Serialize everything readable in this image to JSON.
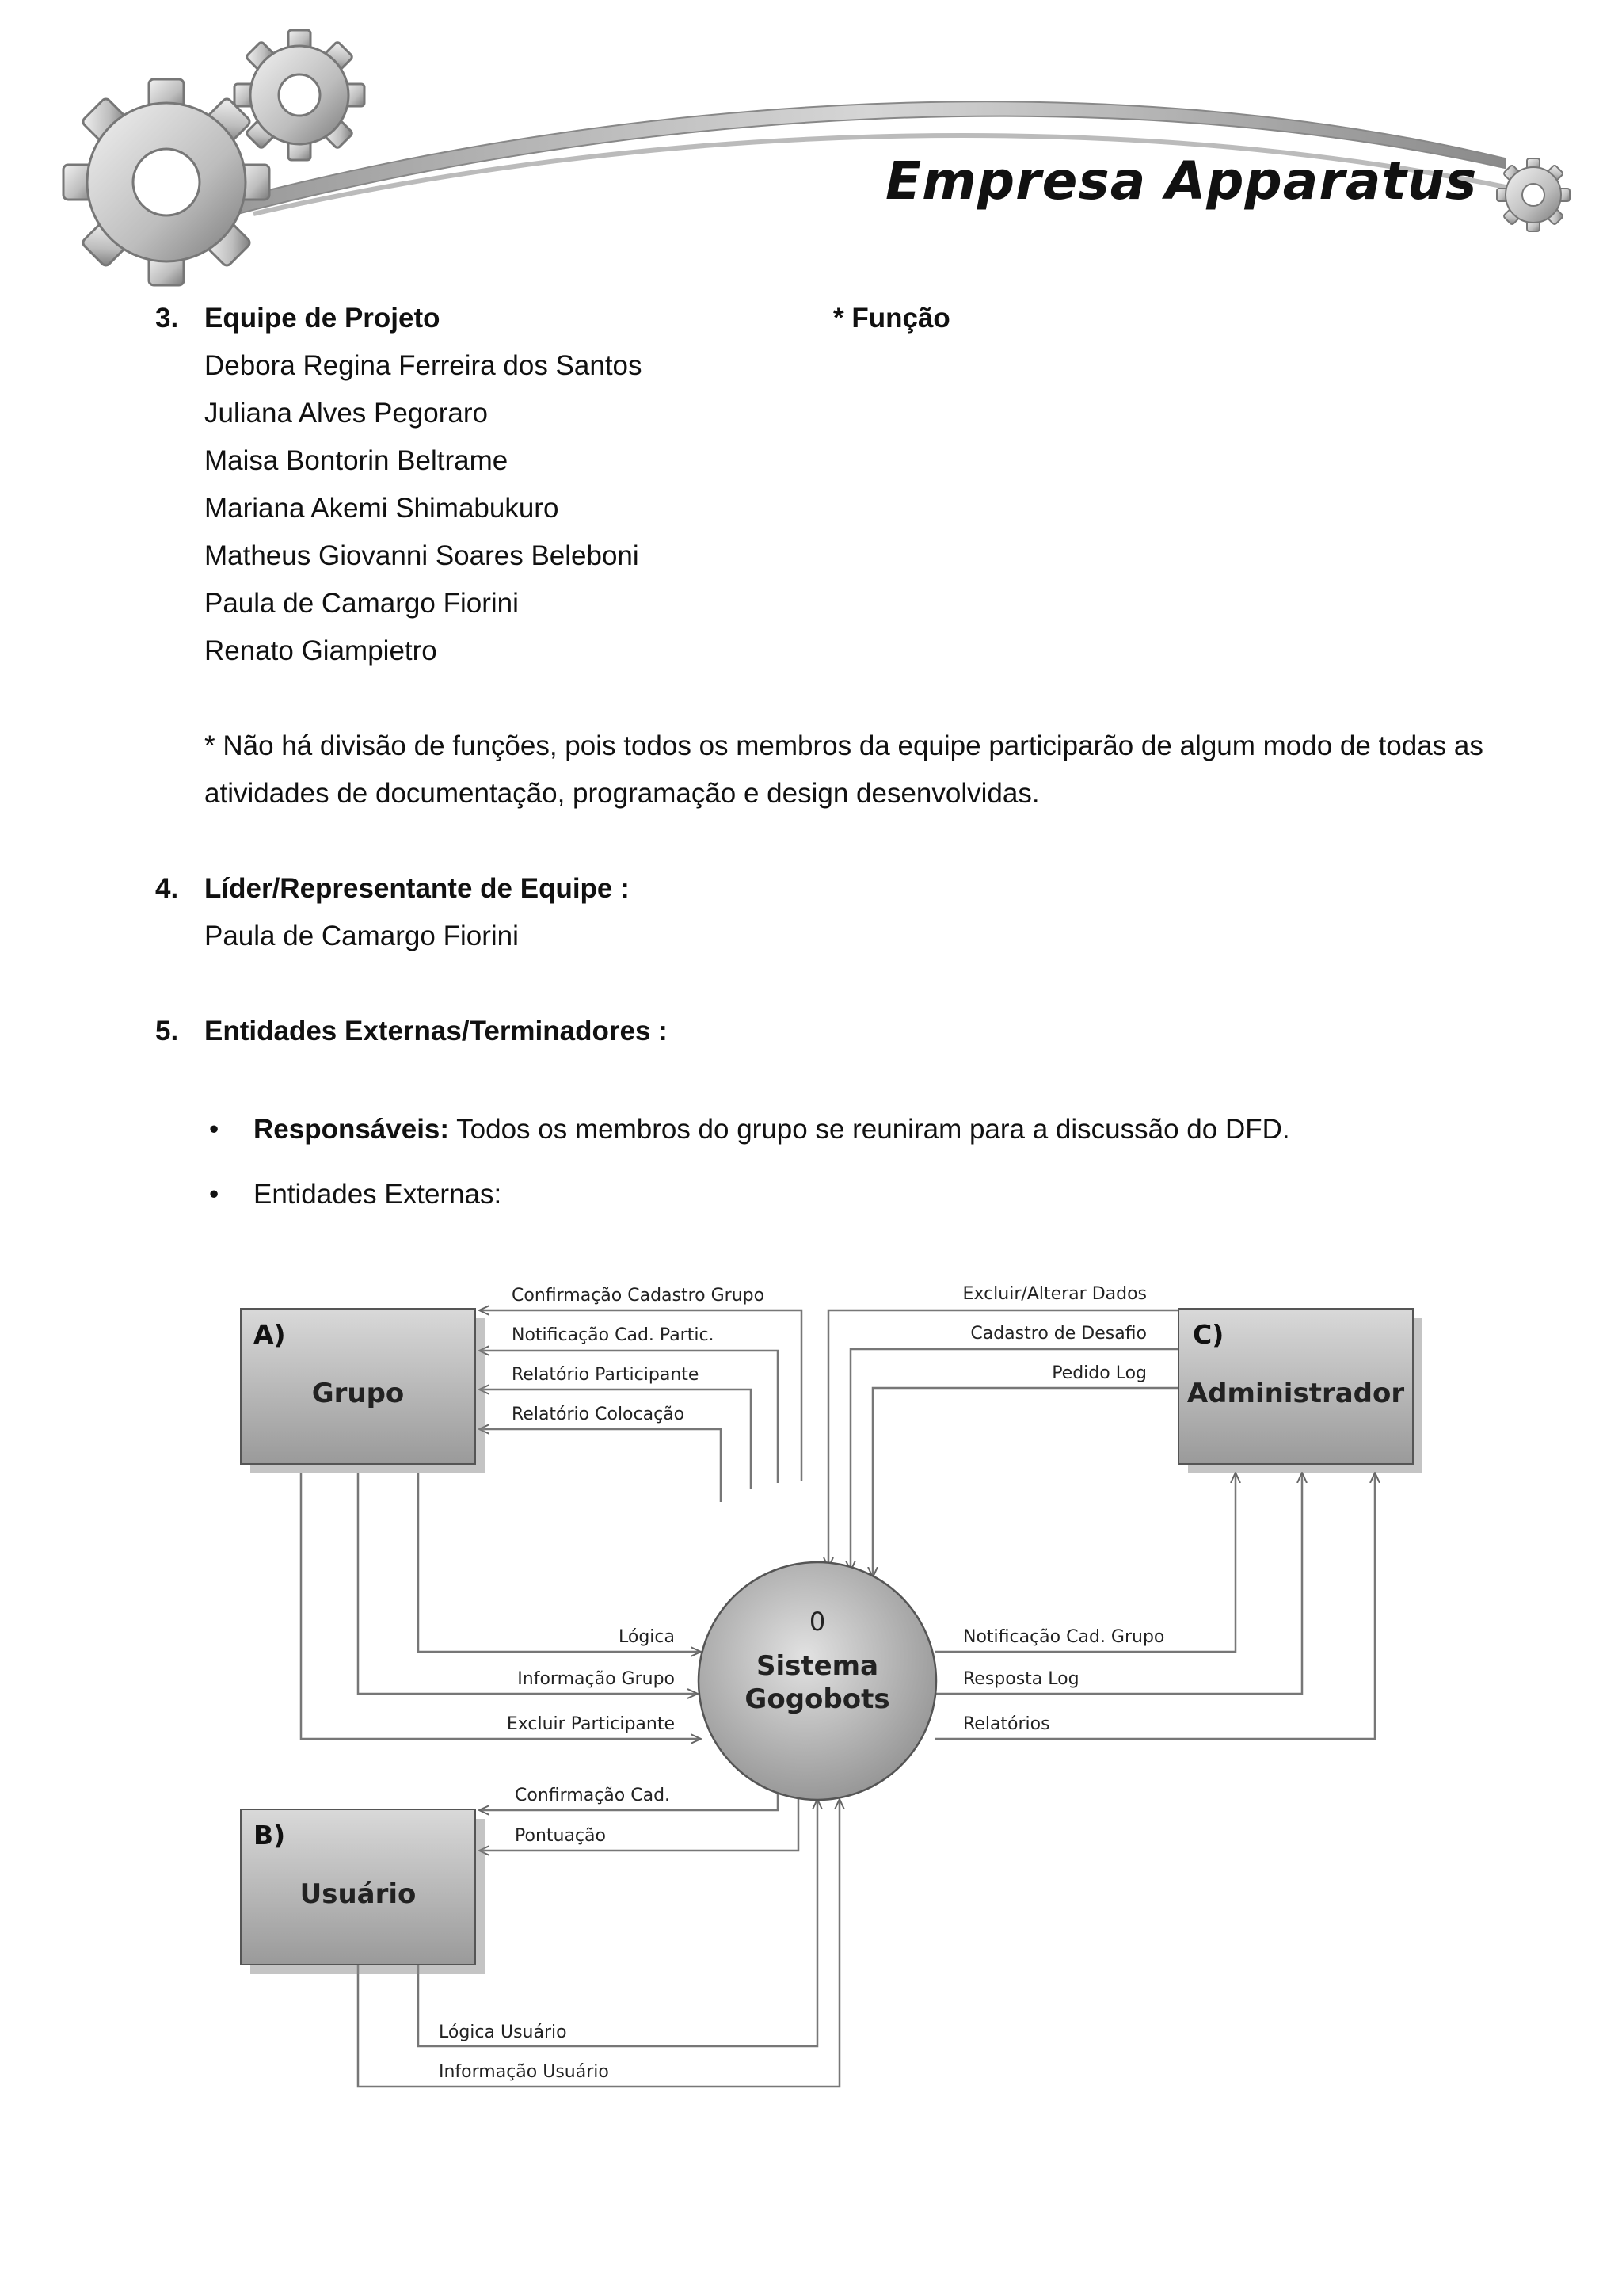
{
  "header": {
    "brand": "Empresa Apparatus",
    "icons": [
      "gear-icon-large",
      "gear-icon-small",
      "gear-icon-tiny",
      "swoosh-decoration"
    ]
  },
  "section3": {
    "number": "3.",
    "title": "Equipe de Projeto",
    "column_title": "* Função",
    "members": [
      "Debora Regina Ferreira dos Santos",
      "Juliana Alves Pegoraro",
      "Maisa Bontorin Beltrame",
      "Mariana Akemi Shimabukuro",
      "Matheus Giovanni Soares Beleboni",
      "Paula de Camargo Fiorini",
      "Renato Giampietro"
    ],
    "note_line1": "* Não há divisão de funções, pois todos os membros da equipe participarão de algum modo de todas as",
    "note_line2": "atividades de documentação, programação e design desenvolvidas."
  },
  "section4": {
    "number": "4.",
    "title": "Líder/Representante de Equipe :",
    "value": "Paula de Camargo Fiorini"
  },
  "section5": {
    "number": "5.",
    "title": "Entidades Externas/Terminadores :",
    "bullet1_label": "Responsáveis:",
    "bullet1_text": " Todos os membros do grupo se reuniram para a discussão do DFD.",
    "bullet2_text": "Entidades Externas:",
    "bullet_symbol": "•"
  },
  "diagram": {
    "entities": {
      "grupo": {
        "letter": "A)",
        "name": "Grupo"
      },
      "usuario": {
        "letter": "B)",
        "name": "Usuário"
      },
      "admin": {
        "letter": "C)",
        "name": "Administrador"
      }
    },
    "process": {
      "number": "0",
      "line1": "Sistema",
      "line2": "Gogobots"
    },
    "flows": {
      "confirmacao_cadastro_grupo": "Confirmação Cadastro Grupo",
      "notificacao_cad_partic": "Notificação Cad. Partic.",
      "relatorio_participante": "Relatório Participante",
      "relatorio_colocacao": "Relatório Colocação",
      "excluir_alterar_dados": "Excluir/Alterar Dados",
      "cadastro_de_desafio": "Cadastro de Desafio",
      "pedido_log": "Pedido Log",
      "logica": "Lógica",
      "informacao_grupo": "Informação Grupo",
      "excluir_participante": "Excluir Participante",
      "notificacao_cad_grupo": "Notificação Cad. Grupo",
      "resposta_log": "Resposta Log",
      "relatorios": "Relatórios",
      "confirmacao_cad": "Confirmação Cad.",
      "pontuacao": "Pontuação",
      "logica_usuario": "Lógica Usuário",
      "informacao_usuario": "Informação Usuário"
    }
  }
}
